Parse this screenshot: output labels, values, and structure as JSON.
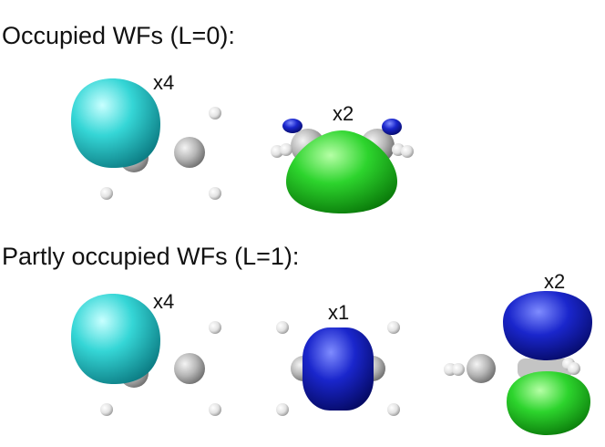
{
  "rows": [
    {
      "title": "Occupied WFs (L=0):",
      "multiplicities": [
        "x4",
        "x2"
      ]
    },
    {
      "title": "Partly occupied WFs (L=1):",
      "multiplicities": [
        "x4",
        "x1",
        "x2"
      ]
    }
  ],
  "colors": {
    "cyan_lobe": "#35d6d6",
    "green_lobe": "#22cc22",
    "blue_lobe": "#1a26cc",
    "atom_gray": "#b8b8b8",
    "atom_white": "#f2f2f2"
  }
}
